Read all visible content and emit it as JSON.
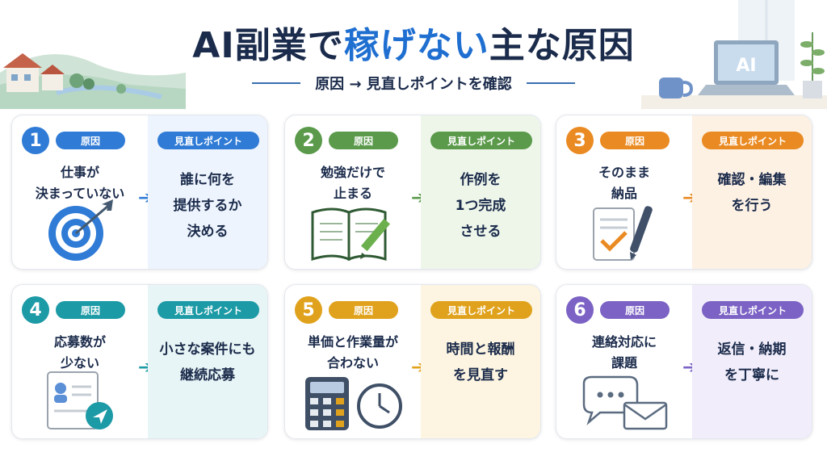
{
  "title": {
    "part1": "AI副業で",
    "part2": "稼げない",
    "part3": "主な原因"
  },
  "subtitle": "原因 → 見直しポイントを確認",
  "laptop_label": "AI",
  "cause_label": "原因",
  "point_label": "見直しポイント",
  "cards": [
    {
      "number": "1",
      "problem": "仕事が\n決まっていない",
      "solution": "誰に何を\n提供するか\n決める",
      "color": "#2f7bd6",
      "bg": "#eef4fd",
      "icon": "target-icon"
    },
    {
      "number": "2",
      "problem": "勉強だけで\n止まる",
      "solution": "作例を\n1つ完成\nさせる",
      "color": "#5a9a4a",
      "bg": "#eef6ea",
      "icon": "notebook-icon"
    },
    {
      "number": "3",
      "problem": "そのまま\n納品",
      "solution": "確認・編集\nを行う",
      "color": "#ea8a22",
      "bg": "#fdf1e4",
      "icon": "checklist-pen-icon"
    },
    {
      "number": "4",
      "problem": "応募数が\n少ない",
      "solution": "小さな案件にも\n継続応募",
      "color": "#1c9aa6",
      "bg": "#e8f5f6",
      "icon": "application-send-icon"
    },
    {
      "number": "5",
      "problem": "単価と作業量が\n合わない",
      "solution": "時間と報酬\nを見直す",
      "color": "#e0a21c",
      "bg": "#fdf5e1",
      "icon": "calculator-clock-icon"
    },
    {
      "number": "6",
      "problem": "連絡対応に\n課題",
      "solution": "返信・納期\nを丁寧に",
      "color": "#7b62c4",
      "bg": "#f1edfa",
      "icon": "chat-mail-icon"
    }
  ]
}
